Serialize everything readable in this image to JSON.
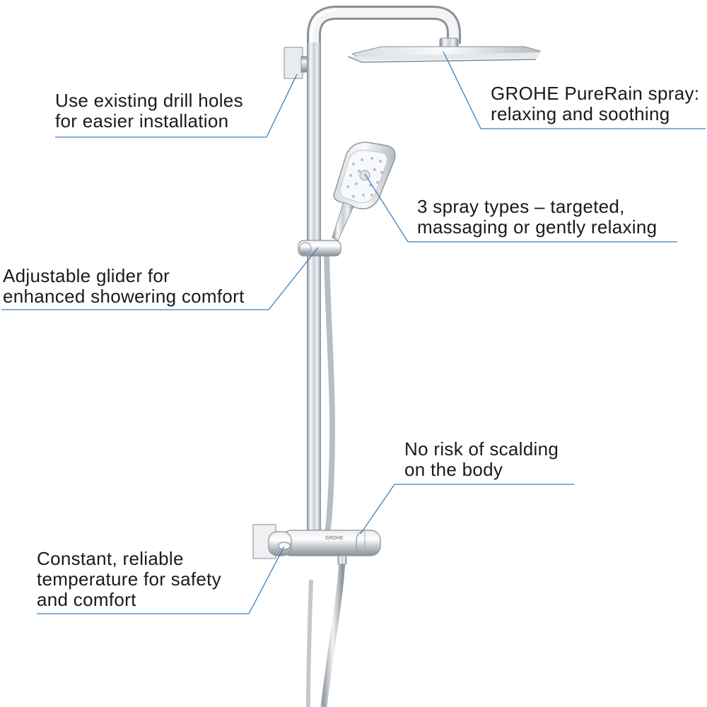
{
  "callouts": {
    "drill_holes": [
      "Use existing drill holes",
      "for easier installation"
    ],
    "purerain": [
      "GROHE PureRain spray:",
      "relaxing and soothing"
    ],
    "spray_types": [
      "3 spray types – targeted,",
      "massaging or gently relaxing"
    ],
    "glider": [
      "Adjustable glider for",
      "enhanced showering comfort"
    ],
    "scalding": [
      "No risk of scalding",
      "on the body"
    ],
    "temperature": [
      "Constant, reliable",
      "temperature for safety",
      "and comfort"
    ]
  },
  "colors": {
    "leader_line": "#3a7fc1",
    "chrome_light": "#f4f6f8",
    "chrome_dark": "#8d949b",
    "text": "#1a1a1a"
  }
}
